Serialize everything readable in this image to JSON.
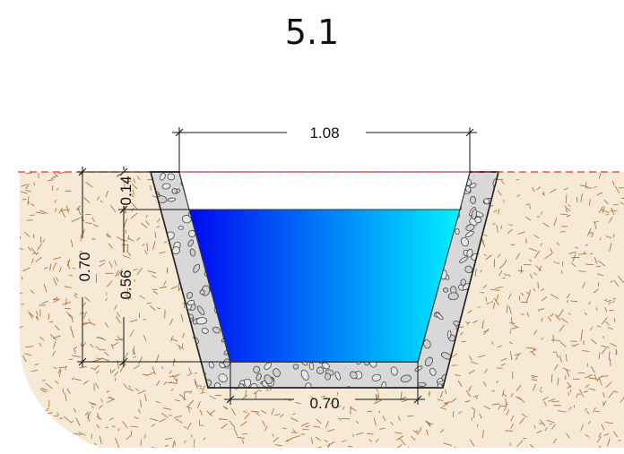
{
  "title": "5.1",
  "dimensions": {
    "top_width": "1.08",
    "bottom_width": "0.70",
    "total_depth": "0.70",
    "freeboard": "0.14",
    "water_depth": "0.56"
  },
  "colors": {
    "soil_fill": "#f2e2c8",
    "soil_strokes": "#a8672e",
    "stone_fill": "#dcdcdc",
    "stone_outline": "#333333",
    "water_left": "#0008f0",
    "water_right": "#00f0ff",
    "ground_line": "#d83838"
  }
}
